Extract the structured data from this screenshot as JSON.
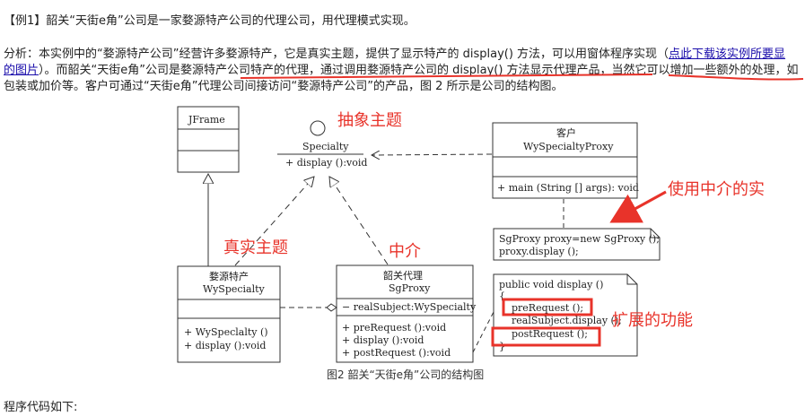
{
  "example": {
    "title": "【例1】韶关“天街e角”公司是一家婺源特产公司的代理公司，用代理模式实现。"
  },
  "analysis": {
    "prefix": "分析：本实例中的“婺源特产公司”经营许多婺源特产，它是真实主题，提供了显示特产的 display() 方法，可以用窗体程序实现（",
    "link_part1": "点此下载该实例所要显",
    "link_part2": "的图片",
    "line2_rest": "）。而韶关“天街e角”公司是婺源特产公司特产的代理，通过调用婺源特产公司的 display() 方法显示代理产品，当然它可以增加一些额外的处理，如",
    "line3": "包装或加价等。客户可通过“天街e角”代理公司间接访问“婺源特产公司”的产品，图 2 所示是公司的结构图。"
  },
  "diagram": {
    "jframe": {
      "name": "JFrame"
    },
    "specialty": {
      "name": "Specialty",
      "op": "+ display ():void"
    },
    "client": {
      "stereotype": "客户",
      "name": "WySpecialtyProxy",
      "op": "+ main (String [] args): void"
    },
    "real_subject": {
      "stereotype": "婺源特产",
      "name": "WySpecialty",
      "ops": [
        "+ WySpeclalty ()",
        "+ display ():void"
      ]
    },
    "proxy": {
      "stereotype": "韶关代理",
      "name": "SgProxy",
      "attr": "− realSubject:WySpecialty",
      "ops": [
        "+ preRequest ():void",
        "+ display ():void",
        "+ postRequest ():void"
      ]
    },
    "client_note": [
      "SgProxy proxy=new SgProxy ();",
      "proxy.display ();"
    ],
    "display_note": [
      "public void display ()",
      "{",
      "preRequest ();",
      "realSubject.display ();",
      "postRequest ();",
      "}"
    ]
  },
  "annotations": {
    "abstract_subject": "抽象主题",
    "real_subject": "真实主题",
    "intermediary": "中介",
    "use_intermediary": "使用中介的实",
    "extended_function": "扩展的功能"
  },
  "colors": {
    "annotation": "#e8332a",
    "link": "#1a0dab"
  },
  "caption": "图2 韶关“天街e角”公司的结构图",
  "footer": "程序代码如下:"
}
